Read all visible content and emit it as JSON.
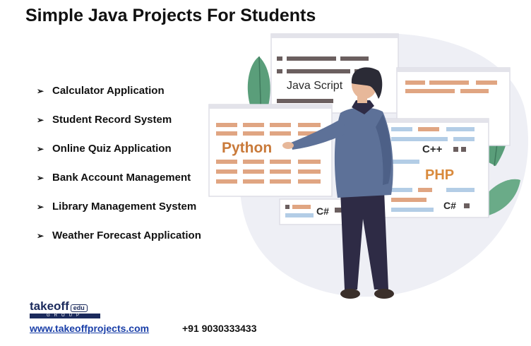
{
  "title": "Simple Java Projects For Students",
  "projects": [
    "Calculator Application",
    "Student Record System",
    "Online Quiz Application",
    "Bank Account Management",
    "Library Management System",
    "Weather Forecast Application"
  ],
  "illustration": {
    "labels": {
      "javascript": "Java Script",
      "python": "Python",
      "cpp": "C++",
      "php": "PHP",
      "csharp_left": "C#",
      "csharp_right": "C#"
    },
    "colors": {
      "code_orange": "#e0a582",
      "code_dark": "#6b5f5f",
      "code_blue": "#b3cde6",
      "python_text": "#c97a3a",
      "php_text": "#d98a3c",
      "leaf_green": "#5a9e7a",
      "blob": "#eeeff5",
      "jacket": "#5d7198",
      "pants": "#2e2b45"
    }
  },
  "brand": {
    "name": "takeoff",
    "sup": "edu",
    "group": "GROUP"
  },
  "contact": {
    "website": "www.takeoffprojects.com",
    "phone": "+91 9030333433"
  }
}
